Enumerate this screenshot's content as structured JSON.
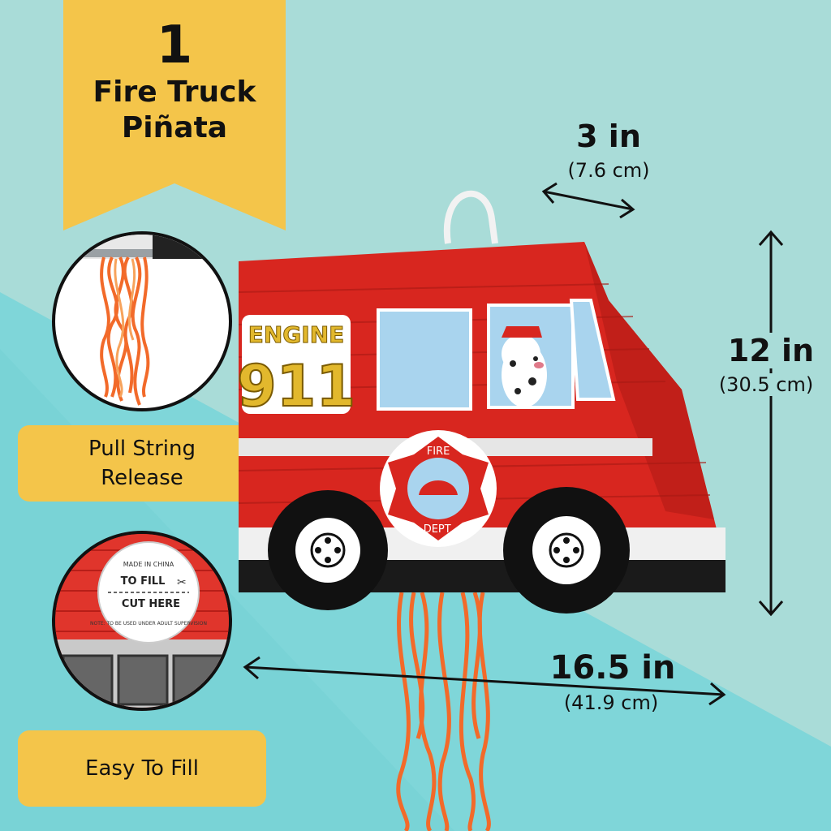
{
  "banner": {
    "count": "1",
    "line1": "Fire Truck",
    "line2": "Piñata",
    "color": "#f4c54a"
  },
  "features": [
    {
      "label_line1": "Pull String",
      "label_line2": "Release"
    },
    {
      "label": "Easy To Fill"
    }
  ],
  "fill_sticker": {
    "made_in": "MADE IN CHINA",
    "to_fill": "TO FILL",
    "cut_here": "CUT HERE",
    "note": "NOTE: TO BE USED UNDER ADULT SUPERVISION"
  },
  "truck": {
    "engine_word": "ENGINE",
    "engine_number": "911",
    "badge_top": "FIRE",
    "badge_bottom": "DEPT."
  },
  "dimensions": {
    "depth": {
      "in": "3 in",
      "cm": "(7.6 cm)"
    },
    "height": {
      "in": "12 in",
      "cm": "(30.5 cm)"
    },
    "length": {
      "in": "16.5 in",
      "cm": "(41.9 cm)"
    }
  },
  "colors": {
    "background_top": "#a9dcd8",
    "background_bottom": "#7fd6d9",
    "label_yellow": "#f4c54a",
    "truck_red": "#d8261f",
    "streamer_orange": "#f26a2a"
  }
}
